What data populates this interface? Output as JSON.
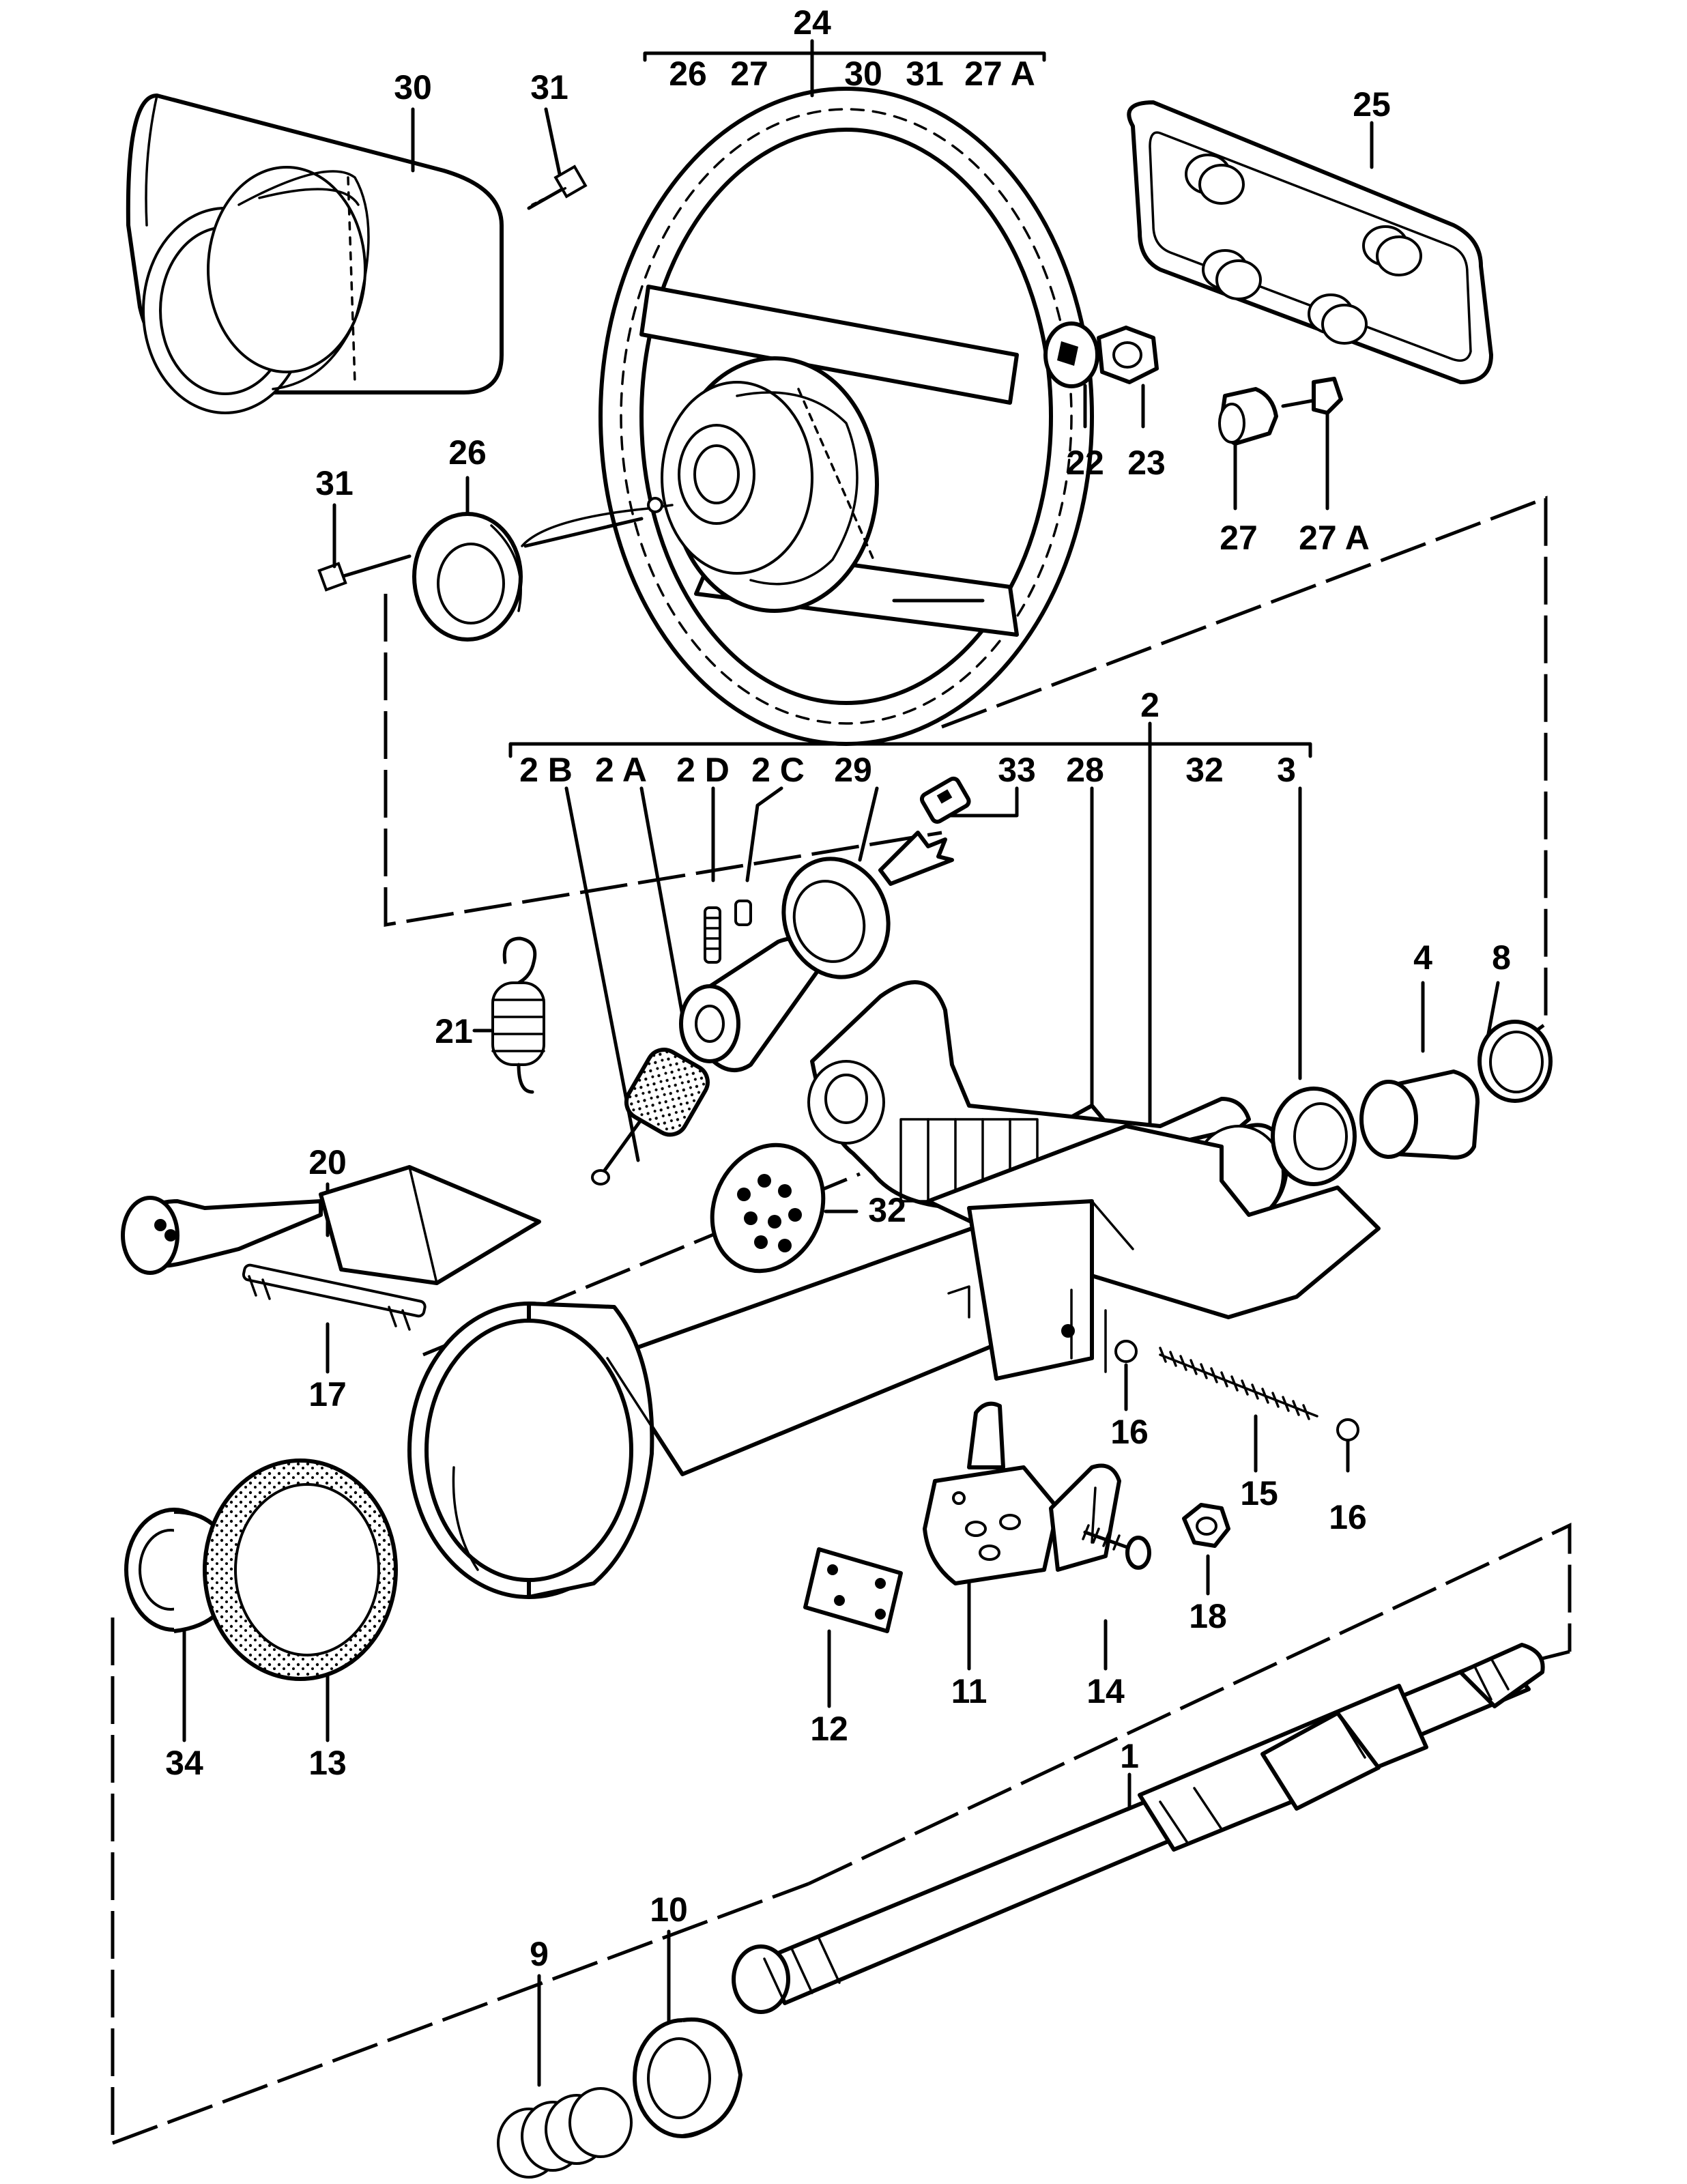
{
  "diagram": {
    "title": "",
    "callouts": {
      "c1": "1",
      "c2": "2",
      "c2A": "2 A",
      "c2B": "2 B",
      "c2C": "2 C",
      "c2D": "2 D",
      "c3": "3",
      "c4": "4",
      "c8": "8",
      "c9": "9",
      "c10": "10",
      "c11": "11",
      "c12": "12",
      "c13": "13",
      "c14": "14",
      "c15": "15",
      "c16a": "16",
      "c16b": "16",
      "c17": "17",
      "c18": "18",
      "c20": "20",
      "c21": "21",
      "c22": "22",
      "c23": "23",
      "c24": "24",
      "c25": "25",
      "c26": "26",
      "c27": "27",
      "c27A": "27 A",
      "c28": "28",
      "c29": "29",
      "c30": "30",
      "c31a": "31",
      "c31b": "31",
      "c32a": "32",
      "c32b": "32",
      "c33": "33",
      "c34": "34"
    },
    "group_24": [
      "26",
      "27",
      "30",
      "31",
      "27 A"
    ],
    "group_2": [
      "2 B",
      "2 A",
      "2 D",
      "2 C",
      "29",
      "33",
      "28",
      "32",
      "3"
    ]
  }
}
